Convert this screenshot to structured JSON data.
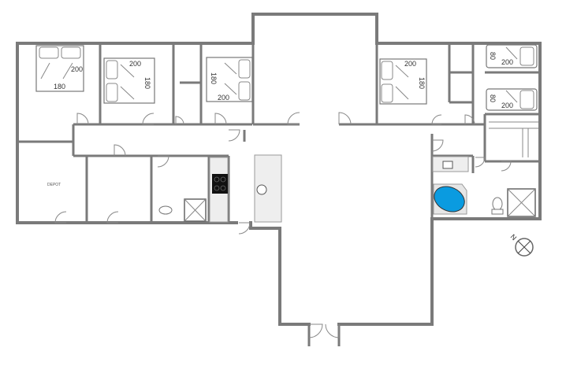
{
  "plan": {
    "rooms": {
      "depot_label": "DEPOT"
    },
    "beds": [
      {
        "width_label": "180",
        "length_label": "200"
      },
      {
        "width_label": "180",
        "length_label": "200"
      },
      {
        "width_label": "180",
        "length_label": "200"
      },
      {
        "width_label": "180",
        "length_label": "200"
      },
      {
        "width_label": "80",
        "length_label": "200"
      },
      {
        "width_label": "80",
        "length_label": "200"
      }
    ],
    "compass": {
      "north_label": "N"
    },
    "colors": {
      "walls": "#7a7a7a",
      "bathtub": "#0a9be0",
      "hob": "#111111"
    }
  }
}
